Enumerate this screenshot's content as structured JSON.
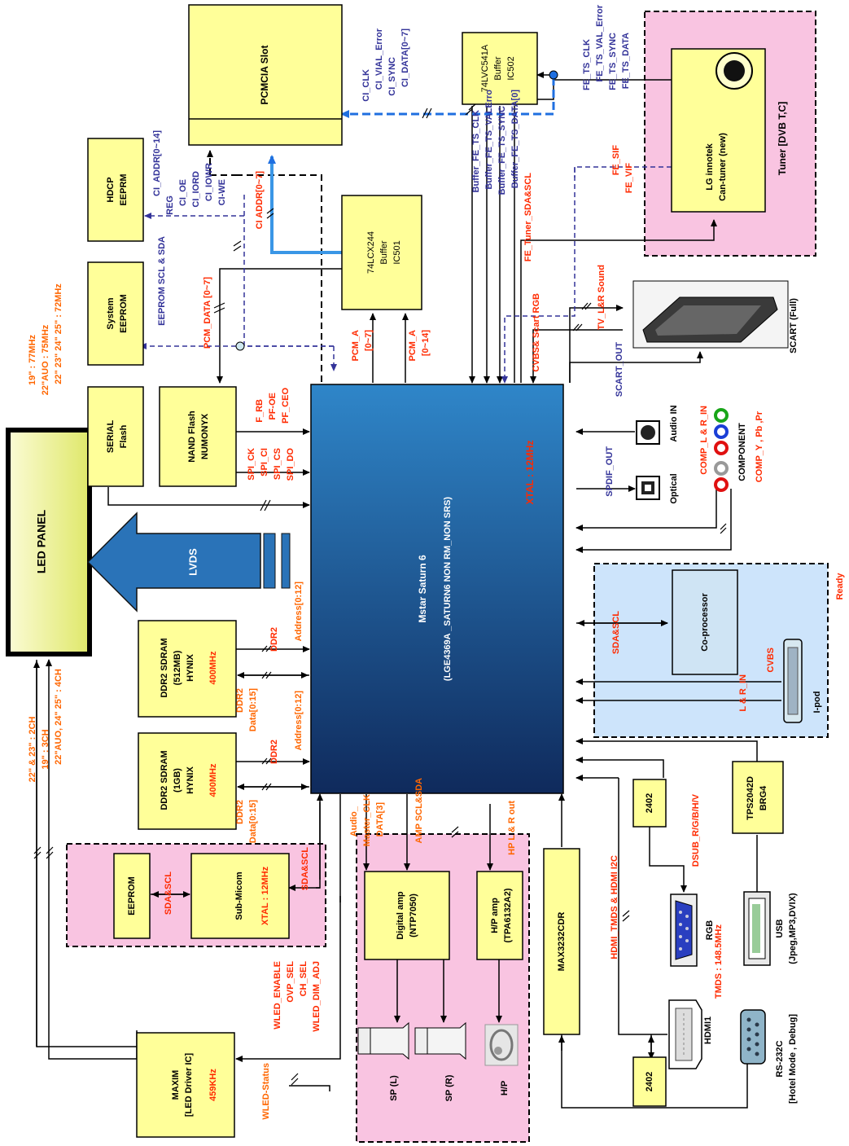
{
  "colors": {
    "box_yellow": "#ffff99",
    "pink_region": "#f9c4e1",
    "blue_region": "#cde4fb",
    "navy_text": "#333399",
    "red_text": "#ff2a00",
    "orange_text": "#ff6600",
    "main_chip_top": "#2f86c9",
    "main_chip_bottom": "#0f2a5c",
    "lvds_arrow": "#2a73b8",
    "ci_blue": "#1f6fe0"
  },
  "main_chip": {
    "line1": "Mstar Saturn 6",
    "line2": "(LGE4369A _SATURN6  NON  RM_NON  SRS)",
    "xtal": "XTAL : 12MHz"
  },
  "led_panel": {
    "label": "LED PANEL"
  },
  "lvds": {
    "label": "LVDS"
  },
  "panel_notes": {
    "freq1": "19\" : 77MHz",
    "freq2": "22\"AUO : 75MHz",
    "freq3": "22\" 23\" 24\" 25\" : 72MHz",
    "ch1": "22\" & 23\" : 2CH",
    "ch2": "19\" : 3CH",
    "ch3": "22\"AUO, 24\" 25\" : 4CH"
  },
  "boxes": {
    "pcmcia": "PCMCIA Slot",
    "hdcp_1": "HDCP",
    "hdcp_2": "EEPRM",
    "sys_eeprom_1": "System",
    "sys_eeprom_2": "EEPROM",
    "serial_flash_1": "SERIAL",
    "serial_flash_2": "Flash",
    "nand_1": "NAND Flash",
    "nand_2": "NUMONYX",
    "buf501_1": "74LCX244",
    "buf501_2": "Buffer",
    "buf501_3": "IC501",
    "buf502_1": "74LVC541A",
    "buf502_2": "Buffer",
    "buf502_3": "IC502",
    "tuner_1": "LG innotek",
    "tuner_2": "Can-tuner (new)",
    "tuner_region": "Tuner [DVB T,C]",
    "ddr_512_1": "DDR2 SDRAM",
    "ddr_512_2": "(512MB)",
    "ddr_512_3": "HYNIX",
    "ddr_512_4": "400MHz",
    "ddr_1g_1": "DDR2 SDRAM",
    "ddr_1g_2": "(1GB)",
    "ddr_1g_3": "HYNIX",
    "ddr_1g_4": "400MHz",
    "eeprom": "EEPROM",
    "submicom": "Sub-Micom",
    "submicom_xtal": "XTAL : 12MHz",
    "maxim_1": "MAXIM",
    "maxim_2": "[LED Driver IC]",
    "maxim_3": "459KHz",
    "dig_amp_1": "Digital amp",
    "dig_amp_2": "(NTP7050)",
    "hp_amp_1": "H/P amp",
    "hp_amp_2": "(TPA6132A2)",
    "max3232": "MAX3232CDR",
    "chip2402_top": "2402",
    "chip2402_bottom": "2402",
    "tps_1": "TPS2042D",
    "tps_2": "BRG4",
    "coproc": "Co-processor",
    "ready": "Ready"
  },
  "connectors": {
    "scart": "SCART (Full)",
    "audio_in": "Audio IN",
    "optical": "Optical",
    "component": "COMPONENT",
    "ipod": "I-pod",
    "rgb": "RGB",
    "usb_1": "USB",
    "usb_2": "(Jpeg,MP3,DVIX)",
    "hdmi": "HDMI1",
    "rs232_1": "RS-232C",
    "rs232_2": "[Hotel Mode , Debug]",
    "sp_l": "SP (L)",
    "sp_r": "SP (R)",
    "hp": "H/P"
  },
  "signals": {
    "ci_clk": "CI_CLK",
    "ci_vial": "CI_VIAL_Error",
    "ci_sync": "CI_SYNC",
    "ci_data": "CI_DATA[0~7]",
    "fe_ts_clk": "FE_TS_CLK",
    "fe_ts_val": "FE_TS_VAL_Error",
    "fe_ts_sync": "FE_TS_SYNC",
    "fe_ts_data": "FE_TS_DATA",
    "buf_fe_clk": "Buffer_FE_TS_CLK",
    "buf_fe_val": "Buffer_FE_TS_VALErro",
    "buf_fe_sync": "Buffer_FE_TS_SYNC",
    "buf_fe_data": "Buffer_FE_TS_DATA[0]",
    "fe_sif": "FE_SIF",
    "fe_vif": "FE_VIF",
    "fe_tuner": "FE_Tuner_SDA&SCL",
    "fe_scart": "FE_ & Scart RGB",
    "cvbs_scart": "CVBS& Scart RGB",
    "tv_lr": "TV_L&R Sound",
    "scart_out": "SCART_OUT",
    "ci_addr_list": "CI_ADDR[0~14]",
    "reg": "REG",
    "ci_oe": "CI_OE",
    "ci_iord": "CI_IORD",
    "ci_iowr": "CI_IOWR",
    "ci_we": "CI-WE",
    "ci_addr_07": "CI ADDR[0~7]",
    "eeprom_scl": "EEPROM SCL & SDA",
    "pcm_data": "PCM_DATA [0~7]",
    "pcm_a07": "PCM_A",
    "pcm_a07_b": "[0~7]",
    "pcm_a014": "PCM_A",
    "pcm_a014_b": "[0~14]",
    "f_rb": "F_RB",
    "pf_oe": "PF-OE",
    "pf_ceo": "PF_CEO",
    "spi_ck": "SPI_CK",
    "spi_ci": "SPI_CI",
    "spi_cs": "SPI_CS",
    "spi_do": "SPI_DO",
    "spdif": "SPDIF_OUT",
    "comp_lr": "COMP_L & R_IN",
    "comp_ypbpr": "COMP_Y , Pb ,Pr",
    "sda_scl_cop": "SDA&SCL",
    "cvbs": "CVBS",
    "lr_in": "L & R_IN",
    "ddr2_a": "DDR2",
    "addr_a": "Address[0:12]",
    "ddr2_data_a1": "DDR2",
    "ddr2_data_a2": "Data[0:15]",
    "ddr2_b": "DDR2",
    "addr_b": "Address[0:12]",
    "ddr2_data_b1": "DDR2",
    "ddr2_data_b2": "Data[0:15]",
    "sda_scl_micom": "SDA&SCL",
    "sda_scl_eeprom": "SDA&SCL",
    "audio_master1": "Audio_",
    "audio_master2": "Master_CLK",
    "audio_data": "DATA[3]",
    "amp_scl": "AMP SCL&SDA",
    "hp_lr": "HP L & R out",
    "hdmi_tmds": "HDMI_TMDS & HDMI I2C",
    "tmds_freq": "TMDS : 148.5MHz",
    "dsub": "DSUB_R/G/B/H/V",
    "wled_enable": "WLED_ENABLE",
    "ovp_sel": "OVP_SEL",
    "ch_sel": "CH_SEL",
    "wled_dim": "WLED_DIM_ADJ",
    "wled_status": "WLED-Status"
  }
}
